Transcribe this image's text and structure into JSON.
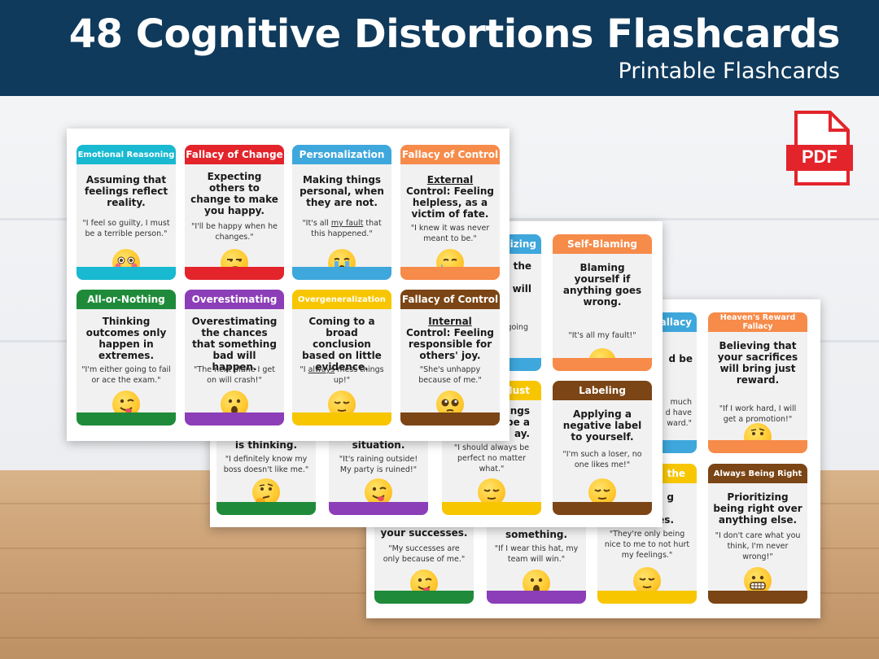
{
  "header": {
    "title": "48 Cognitive Distortions Flashcards",
    "subtitle": "Printable Flashcards"
  },
  "pdf_badge": "PDF",
  "colors": {
    "banner": "#0f3a5c",
    "cyan": "#18b9d1",
    "red": "#e3242b",
    "blue": "#3ea7dc",
    "orange": "#f68b4a",
    "green": "#1f8b3a",
    "purple": "#8c3db8",
    "yellow": "#f7c600",
    "brown": "#7b4515"
  },
  "front_sheet": {
    "cards": [
      {
        "title": "Emotional Reasoning",
        "definition": "Assuming that feelings reflect reality.",
        "example": "\"I feel so guilty, I must be a terrible person.\"",
        "emoji": "flushed-face-icon"
      },
      {
        "title": "Fallacy of Change",
        "definition": "Expecting others to change to make you happy.",
        "example": "\"I'll be happy when he changes.\"",
        "emoji": "unamused-face-icon"
      },
      {
        "title": "Personalization",
        "definition": "Making things personal, when they are not.",
        "example_pre": "\"It's all ",
        "example_u": "my fault",
        "example_post": " that this happened.\"",
        "emoji": "crying-face-icon"
      },
      {
        "title": "Fallacy of Control",
        "definition_u": "External",
        "definition_post": " Control: Feeling helpless, as a victim of fate.",
        "example": "\"I knew it was never meant to be.\"",
        "emoji": "sad-sweat-face-icon"
      },
      {
        "title": "All-or-Nothing",
        "definition": "Thinking outcomes only happen in extremes.",
        "example": "\"I'm either going to fail or ace the exam.\"",
        "emoji": "winking-tongue-face-icon"
      },
      {
        "title": "Overestimating",
        "definition": "Overestimating the chances that something bad will happen.",
        "example": "\"The next plane I get on will crash!\"",
        "emoji": "surprised-face-icon"
      },
      {
        "title": "Overgeneralization",
        "definition": "Coming to a broad conclusion based on little evidence.",
        "example_pre": "\"I ",
        "example_u": "always",
        "example_post": " mess things up!\"",
        "emoji": "relieved-face-icon"
      },
      {
        "title": "Fallacy of Control",
        "definition_u": "Internal",
        "definition_post": " Control: Feeling responsible for others' joy.",
        "example": "\"She's unhappy because of me.\"",
        "emoji": "pleading-face-icon"
      }
    ]
  },
  "middle_sheet": {
    "cards": [
      {
        "title": "izing",
        "definition": "the",
        "definition2": "will",
        "example": "going"
      },
      {
        "title": "Self-Blaming",
        "definition": "Blaming yourself if anything goes wrong.",
        "example": "\"It's all my fault!\"",
        "emoji": "sad-sweat-face-icon"
      },
      {
        "title": "Must",
        "definition": "hings",
        "definition2": "be a",
        "definition3": "ay.",
        "example": "\"I should always be perfect no matter what.\"",
        "emoji": "relieved-face-icon"
      },
      {
        "title": "Labeling",
        "definition": "Applying a negative label to yourself.",
        "example": "\"I'm such a loser, no one likes me!\"",
        "emoji": "relieved-face-icon"
      },
      {
        "definition": "is thinking.",
        "example": "\"I definitely know my boss doesn't like me.\"",
        "emoji": "thinking-face-icon"
      },
      {
        "definition": "situation.",
        "example": "\"It's raining outside! My party is ruined!\"",
        "emoji": "winking-tongue-face-icon"
      }
    ]
  },
  "back_sheet": {
    "cards": [
      {
        "title": "allacy",
        "definition": "d be",
        "example": "much",
        "example2": "d have",
        "example3": "ward.\""
      },
      {
        "title": "Heaven's Reward Fallacy",
        "definition": "Believing that your sacrifices will bring just reward.",
        "example": "\"If I work hard, I will get a promotion!\"",
        "emoji": "thinking-face-icon"
      },
      {
        "title": "the",
        "definition": "g",
        "definition2": "ces."
      },
      {
        "title": "Always Being Right",
        "definition": "Prioritizing being right over anything else.",
        "example": "\"I don't care what you think, I'm never wrong!\"",
        "emoji": "grimacing-face-icon"
      },
      {
        "definition": "your successes.",
        "example": "\"My successes are only because of me.\"",
        "emoji": "winking-tongue-face-icon"
      },
      {
        "definition": "something.",
        "example": "\"If I wear this hat, my team will win.\"",
        "emoji": "surprised-face-icon"
      },
      {
        "example": "\"They're only being nice to me to not hurt my feelings.\"",
        "emoji": "relieved-face-icon"
      }
    ]
  }
}
